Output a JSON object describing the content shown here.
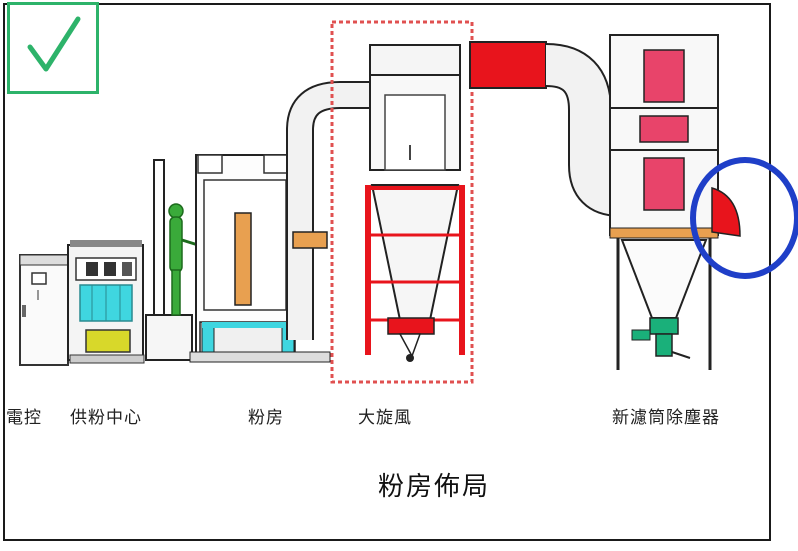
{
  "colors": {
    "check": "#2db36a",
    "highlight_box": "#e05050",
    "circle": "#1f3fc8",
    "duct_red": "#e8141c",
    "panel_pink": "#e8446a",
    "operator_green": "#3aaa3a",
    "hopper_cyan": "#3fd6e0",
    "hopper_yellow": "#d8d82a",
    "orange_part": "#e8a050",
    "teal_valve": "#1ab07a"
  },
  "icons": {
    "check": "check-mark-icon"
  },
  "labels": {
    "control": "電控",
    "supply_center": "供粉中心",
    "booth": "粉房",
    "cyclone": "大旋風",
    "filter": "新濾筒除塵器"
  },
  "title": "粉房佈局"
}
